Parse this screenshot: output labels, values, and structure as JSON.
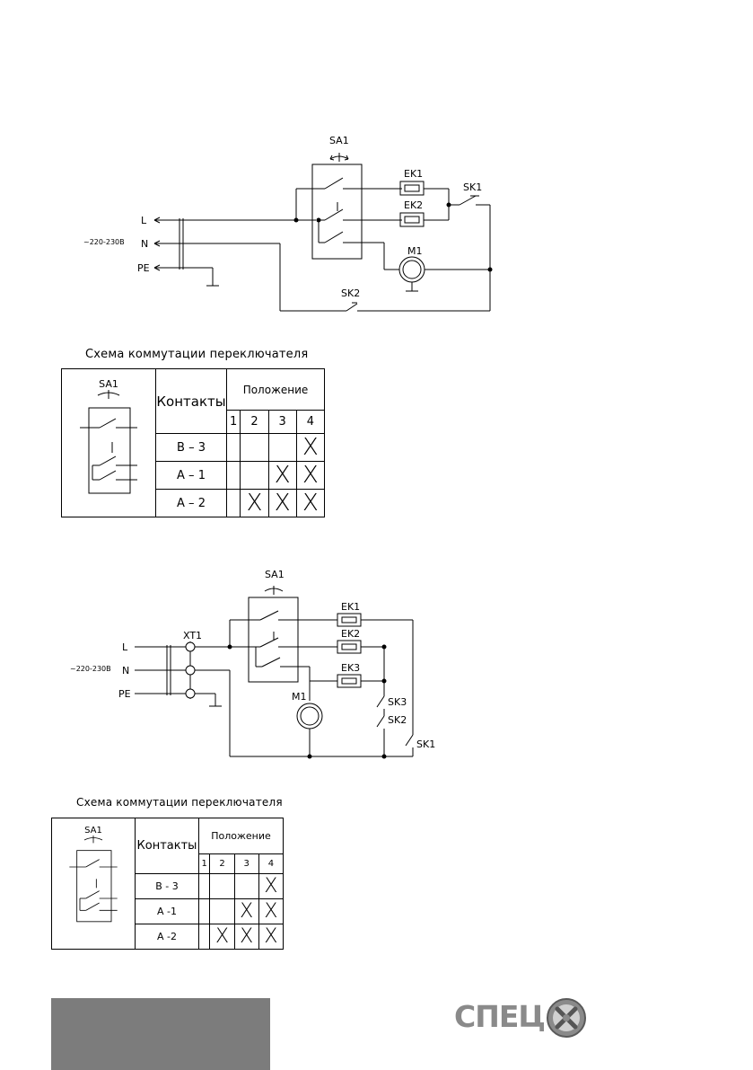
{
  "diagram1": {
    "sa_label": "SA1",
    "ek1": "EK1",
    "ek2": "EK2",
    "sk1": "SK1",
    "sk2": "SK2",
    "m1": "M1",
    "line_l": "L",
    "line_n": "N",
    "line_pe": "PE",
    "voltage": "~220-230В"
  },
  "table1": {
    "caption": "Схема коммутации переключателя",
    "sa_label": "SA1",
    "contacts_header": "Контакты",
    "position_header": "Положение",
    "positions": [
      "1",
      "2",
      "3",
      "4"
    ],
    "rows": [
      {
        "contact": "B – 3",
        "marks": [
          "",
          "",
          "",
          "X"
        ]
      },
      {
        "contact": "A – 1",
        "marks": [
          "",
          "",
          "X",
          "X"
        ]
      },
      {
        "contact": "A – 2",
        "marks": [
          "",
          "X",
          "X",
          "X"
        ]
      }
    ]
  },
  "diagram2": {
    "sa_label": "SA1",
    "xt1": "XT1",
    "ek1": "EK1",
    "ek2": "EK2",
    "ek3": "EK3",
    "sk1": "SK1",
    "sk2": "SK2",
    "sk3": "SK3",
    "m1": "M1",
    "line_l": "L",
    "line_n": "N",
    "line_pe": "PE",
    "voltage": "~220-230В"
  },
  "table2": {
    "caption": "Схема коммутации переключателя",
    "sa_label": "SA1",
    "contacts_header": "Контакты",
    "position_header": "Положение",
    "positions": [
      "1",
      "2",
      "3",
      "4"
    ],
    "rows": [
      {
        "contact": "B - 3",
        "marks": [
          "",
          "",
          "",
          "X"
        ]
      },
      {
        "contact": "A -1",
        "marks": [
          "",
          "",
          "X",
          "X"
        ]
      },
      {
        "contact": "A -2",
        "marks": [
          "",
          "X",
          "X",
          "X"
        ]
      }
    ]
  },
  "logo": {
    "text": "СПЕЦ"
  }
}
